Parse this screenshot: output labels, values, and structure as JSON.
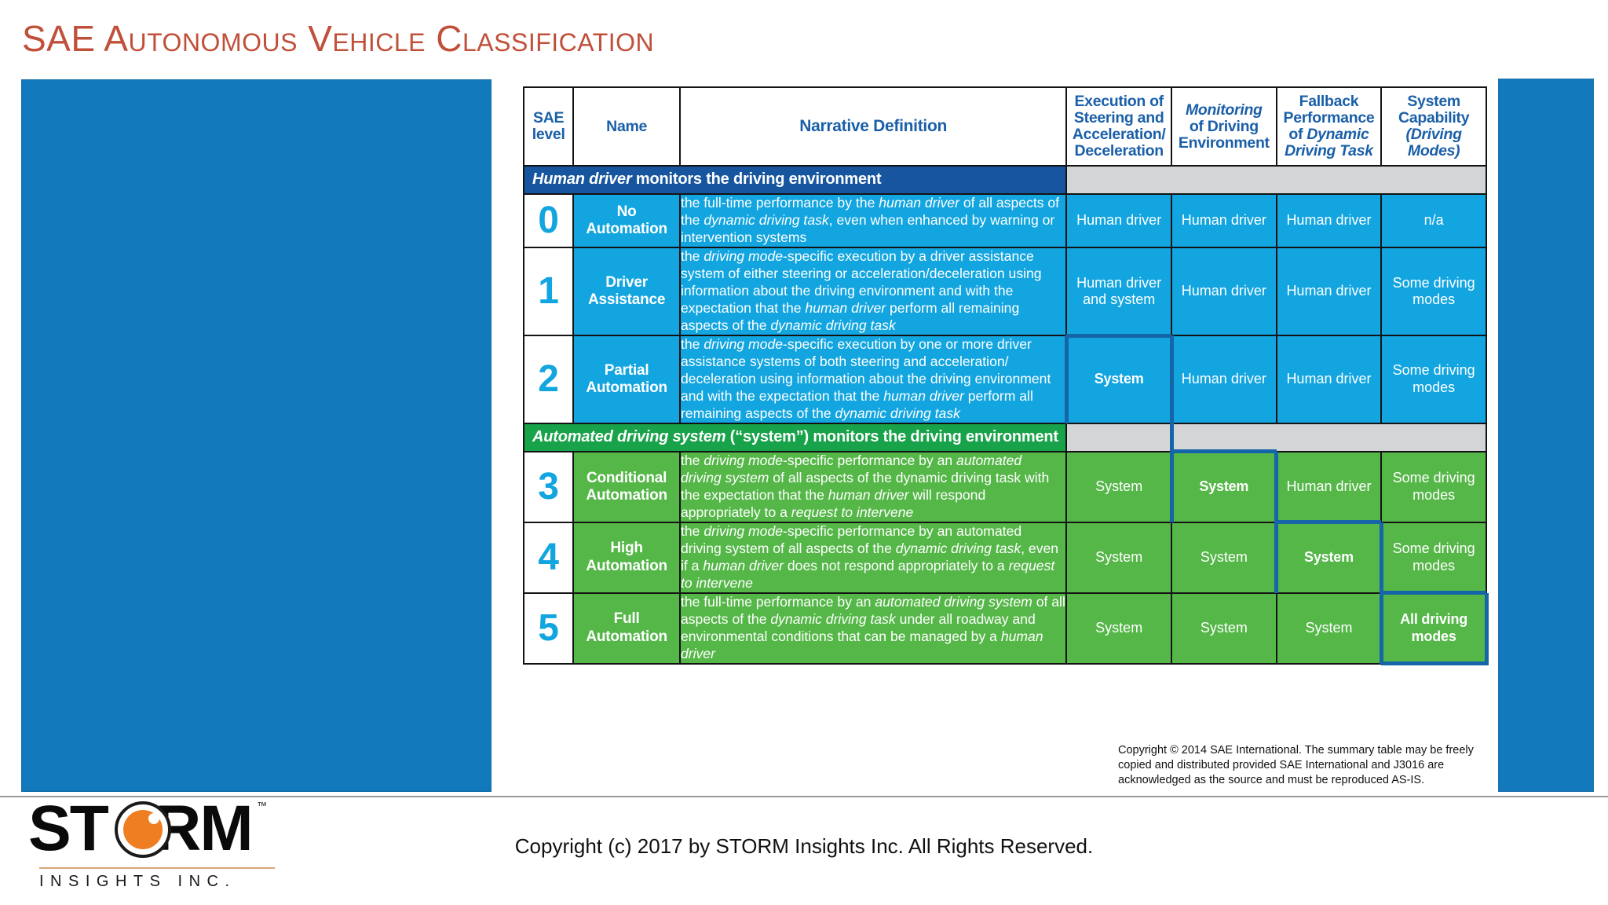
{
  "slide": {
    "title": "SAE Autonomous Vehicle Classification"
  },
  "colors": {
    "title": "#C0503A",
    "panel_blue": "#1279BD",
    "level_number": "#12A5E0",
    "row_blue": "#12A5E0",
    "row_green": "#55B748",
    "divider_blue": "#17569E",
    "divider_green": "#18A249",
    "divider_pad": "#D3D5D6",
    "header_text": "#1A5FA8",
    "staircase": "#1565A8",
    "logo_orange": "#EF7D22",
    "logo_rule": "#D9A87A"
  },
  "table": {
    "headers": {
      "level": "SAE level",
      "level_line1": "SAE",
      "level_line2": "level",
      "name": "Name",
      "narrative": "Narrative Definition",
      "execution_line1": "Execution of",
      "execution_line2": "Steering and",
      "execution_line3": "Acceleration/",
      "execution_line4": "Deceleration",
      "monitoring_line1": "Monitoring",
      "monitoring_line2": "of Driving",
      "monitoring_line3": "Environment",
      "fallback_line1": "Fallback",
      "fallback_line2": "Performance",
      "fallback_line3a": "of ",
      "fallback_line3b": "Dynamic",
      "fallback_line4": "Driving Task",
      "capability_line1": "System",
      "capability_line2": "Capability",
      "capability_line3": "(Driving",
      "capability_line4": "Modes)"
    },
    "divider_human": {
      "em": "Human driver",
      "rest": " monitors the driving environment"
    },
    "divider_system": {
      "em": "Automated driving system",
      "rest": " (“system”) monitors the driving environment"
    },
    "rows": [
      {
        "level": "0",
        "name_line1": "No",
        "name_line2": "Automation",
        "narrative_html": "the full-time performance by the <i>human driver</i> of all aspects of the <i>dynamic driving task</i>, even when enhanced by warning or intervention systems",
        "execution": "Human driver",
        "monitoring": "Human driver",
        "fallback": "Human driver",
        "capability": "n/a",
        "bold_col": null,
        "band": "blue"
      },
      {
        "level": "1",
        "name_line1": "Driver",
        "name_line2": "Assistance",
        "narrative_html": "the <i>driving mode</i>-specific execution by a driver assistance system of either steering or acceleration/deceleration using information about the driving environment and with the expectation that the <i>human driver</i> perform all remaining aspects of the <i>dynamic driving task</i>",
        "execution": "Human driver and system",
        "monitoring": "Human driver",
        "fallback": "Human driver",
        "capability": "Some driving modes",
        "bold_col": null,
        "band": "blue"
      },
      {
        "level": "2",
        "name_line1": "Partial",
        "name_line2": "Automation",
        "narrative_html": "the <i>driving mode</i>-specific execution by one or more driver assistance systems of both steering and acceleration/ deceleration using information about the driving environment and with the expectation that the <i>human driver</i> perform all remaining aspects of the <i>dynamic driving task</i>",
        "execution": "System",
        "monitoring": "Human driver",
        "fallback": "Human driver",
        "capability": "Some driving modes",
        "bold_col": "execution",
        "band": "blue"
      },
      {
        "level": "3",
        "name_line1": "Conditional",
        "name_line2": "Automation",
        "narrative_html": "the <i>driving mode</i>-specific performance by an <i>automated driving system</i> of all aspects of the dynamic driving task with the expectation that the <i>human driver</i> will respond appropriately to a <i>request to intervene</i>",
        "execution": "System",
        "monitoring": "System",
        "fallback": "Human driver",
        "capability": "Some driving modes",
        "bold_col": "monitoring",
        "band": "green"
      },
      {
        "level": "4",
        "name_line1": "High",
        "name_line2": "Automation",
        "narrative_html": "the <i>driving mode</i>-specific performance by an automated driving system of all aspects of the <i>dynamic driving task</i>, even if a <i>human driver</i> does not respond appropriately to a <i>request to intervene</i>",
        "execution": "System",
        "monitoring": "System",
        "fallback": "System",
        "capability": "Some driving modes",
        "bold_col": "fallback",
        "band": "green"
      },
      {
        "level": "5",
        "name_line1": "Full",
        "name_line2": "Automation",
        "narrative_html": "the full-time performance by an <i>automated driving system</i> of all aspects of the <i>dynamic driving task</i> under all roadway and environmental conditions that can be managed by a <i>human driver</i>",
        "execution": "System",
        "monitoring": "System",
        "fallback": "System",
        "capability": "All driving modes",
        "bold_col": "capability",
        "band": "green"
      }
    ]
  },
  "sae_copyright": "Copyright © 2014 SAE International.  The summary table may be freely copied and distributed provided SAE International and J3016 are acknowledged as the source and must be reproduced AS-IS.",
  "footer": {
    "copyright": "Copyright (c) 2017 by STORM Insights Inc. All Rights Reserved."
  },
  "logo": {
    "wordmark_before": "ST",
    "wordmark_after": "RM",
    "trademark": "™",
    "subtitle": "INSIGHTS INC."
  }
}
